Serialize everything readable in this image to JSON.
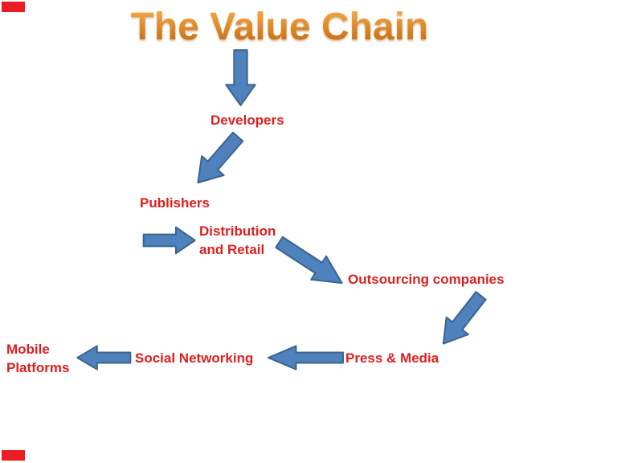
{
  "colors": {
    "background": "#FFFFFF",
    "arrow_fill": "#4F81BD",
    "arrow_stroke": "#3A6491",
    "label_red": "#DD1E1E",
    "marker_red": "#ED1C24",
    "title_gradient_top": "#F5A843",
    "title_gradient_bottom": "#C0650B"
  },
  "slide": {
    "title": "The Value Chain"
  },
  "nodes": {
    "developers": {
      "label": "Developers"
    },
    "publishers": {
      "label": "Publishers"
    },
    "distribution": {
      "line1": "Distribution",
      "line2": "and Retail"
    },
    "outsourcing": {
      "label": "Outsourcing companies"
    },
    "press": {
      "label": "Press & Media"
    },
    "social": {
      "label": "Social Networking"
    },
    "mobile": {
      "line1": "Mobile",
      "line2": "Platforms"
    }
  },
  "arrows": {
    "a1": {
      "name": "title-to-developers",
      "direction": "down"
    },
    "a2": {
      "name": "developers-to-publishers",
      "direction": "down-left"
    },
    "a3": {
      "name": "publishers-to-distribution",
      "direction": "right"
    },
    "a4": {
      "name": "distribution-to-outsourcing",
      "direction": "down-right"
    },
    "a5": {
      "name": "outsourcing-to-press",
      "direction": "down-left"
    },
    "a6": {
      "name": "press-to-social",
      "direction": "left"
    },
    "a7": {
      "name": "social-to-mobile",
      "direction": "left"
    }
  }
}
